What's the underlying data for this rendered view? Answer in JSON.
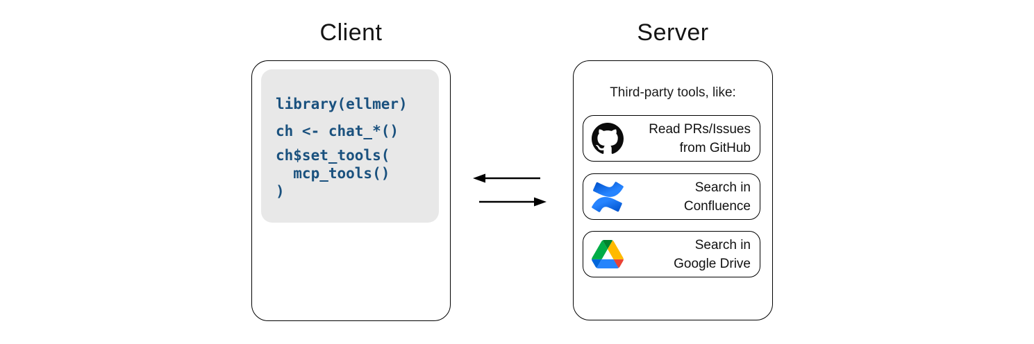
{
  "client": {
    "title": "Client",
    "code_lines": [
      "library(ellmer)",
      "ch <- chat_*()",
      "ch$set_tools(",
      "  mcp_tools()",
      ")"
    ]
  },
  "server": {
    "title": "Server",
    "subtitle": "Third-party tools, like:",
    "tools": [
      {
        "icon": "github-icon",
        "line1": "Read PRs/Issues",
        "line2": "from GitHub"
      },
      {
        "icon": "confluence-icon",
        "line1": "Search in",
        "line2": "Confluence"
      },
      {
        "icon": "google-drive-icon",
        "line1": "Search in",
        "line2": "Google Drive"
      }
    ]
  },
  "arrows": {
    "top_direction": "left",
    "bottom_direction": "right"
  },
  "colors": {
    "code_text": "#1a517e",
    "code_background": "#e8e8e8",
    "box_border": "#000000",
    "github_black": "#0b0b0b",
    "confluence_blue_dark": "#0052cc",
    "confluence_blue_light": "#2684ff",
    "drive_blue": "#2684fc",
    "drive_cornflower": "#0066da",
    "drive_green": "#00ac47",
    "drive_dark_green": "#00832d",
    "drive_yellow": "#ffba00",
    "drive_red": "#ea4335"
  }
}
